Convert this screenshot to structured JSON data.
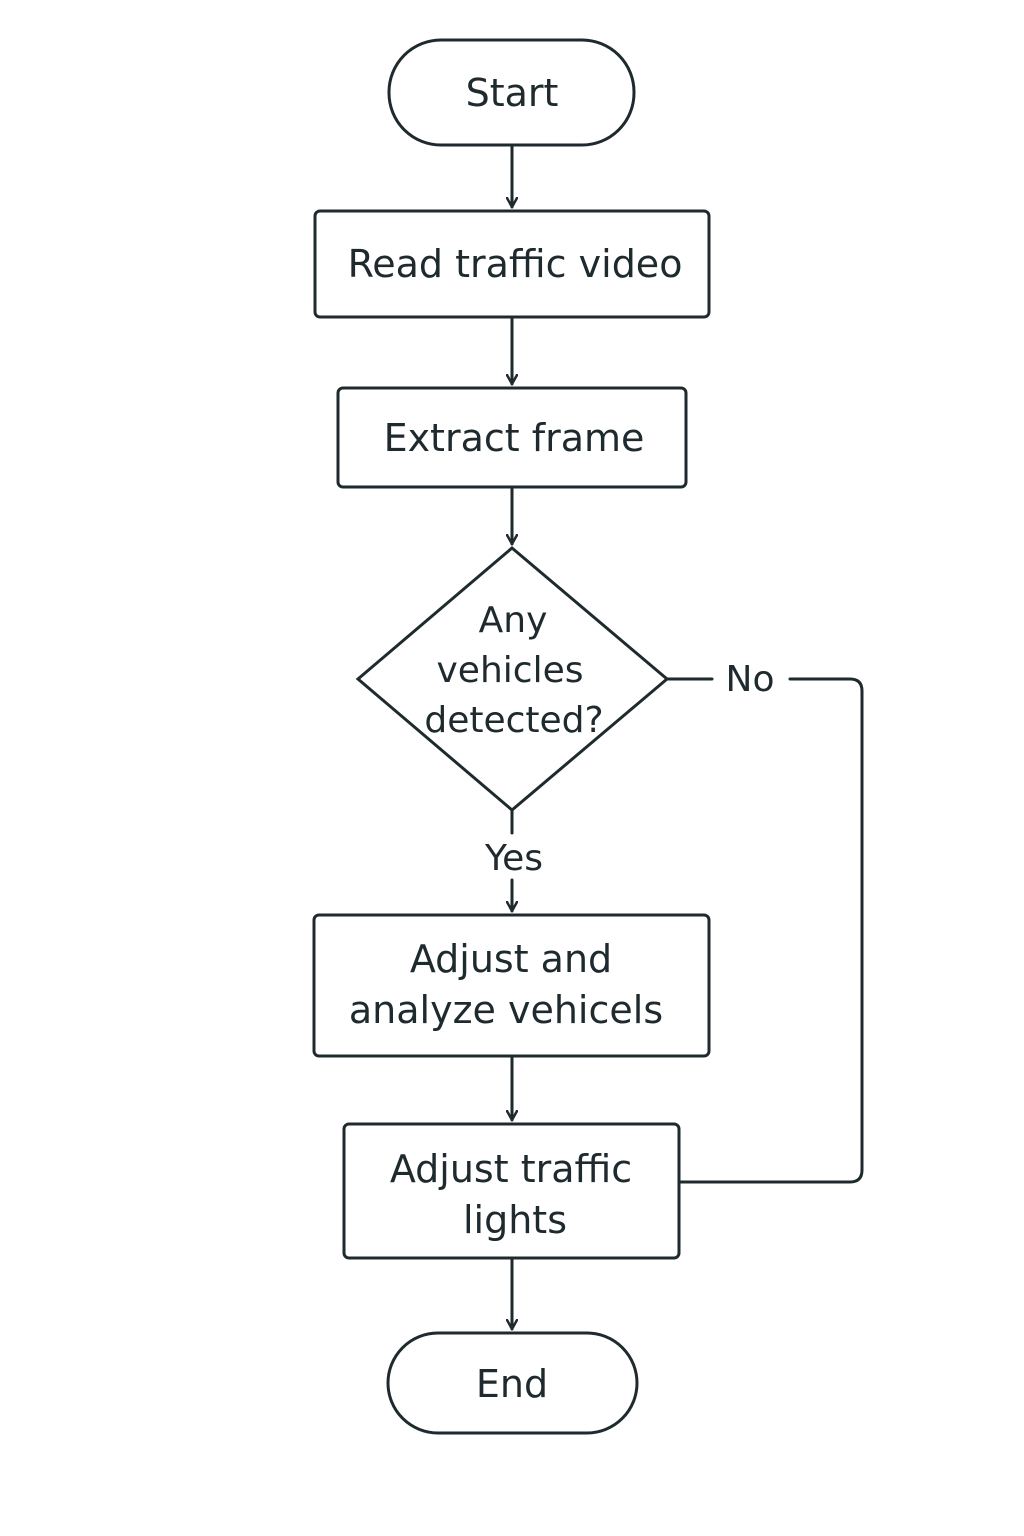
{
  "flowchart": {
    "start": "Start",
    "read_video": "Read traffic video",
    "extract_frame": "Extract frame",
    "decision": {
      "line1": "Any",
      "line2": "vehicles",
      "line3": "detected?"
    },
    "branch_no": "No",
    "branch_yes": "Yes",
    "adjust_analyze": {
      "line1": "Adjust and",
      "line2": "analyze vehicels"
    },
    "adjust_lights": {
      "line1": "Adjust traffic",
      "line2": "lights"
    },
    "end": "End"
  },
  "colors": {
    "stroke": "#1f2a2e",
    "background": "#ffffff"
  }
}
